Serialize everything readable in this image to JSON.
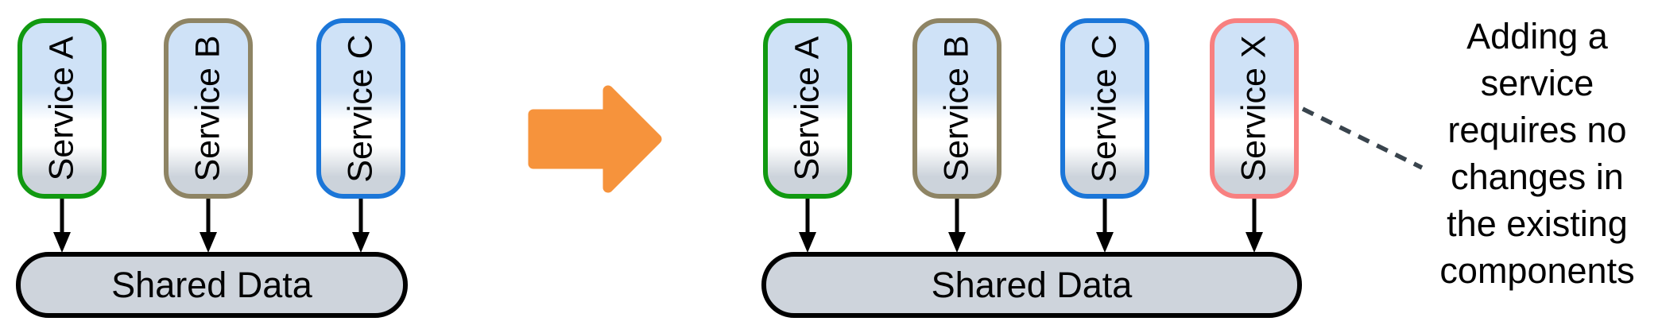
{
  "left_group": {
    "services": [
      {
        "label": "Service A",
        "border_color": "#119911"
      },
      {
        "label": "Service B",
        "border_color": "#8e8464"
      },
      {
        "label": "Service C",
        "border_color": "#1b76d8"
      }
    ],
    "shared_data_label": "Shared Data"
  },
  "right_group": {
    "services": [
      {
        "label": "Service A",
        "border_color": "#119911"
      },
      {
        "label": "Service B",
        "border_color": "#8e8464"
      },
      {
        "label": "Service C",
        "border_color": "#1b76d8"
      },
      {
        "label": "Service X",
        "border_color": "#f88080"
      }
    ],
    "shared_data_label": "Shared Data"
  },
  "annotation": {
    "full_text": "Adding a service requires no changes in the existing components",
    "lines": [
      "Adding a",
      "service",
      "requires no",
      "changes in",
      "the existing",
      "components"
    ]
  },
  "colors": {
    "transition_arrow": "#f6933c",
    "connector_arrow": "#000000",
    "dashed_link": "#39444d",
    "box_fill_top": "#cfe2f7",
    "box_fill_bottom": "#ccd3db",
    "shared_data_fill": "#ced4dc",
    "shared_data_border": "#000000",
    "text": "#000000"
  }
}
